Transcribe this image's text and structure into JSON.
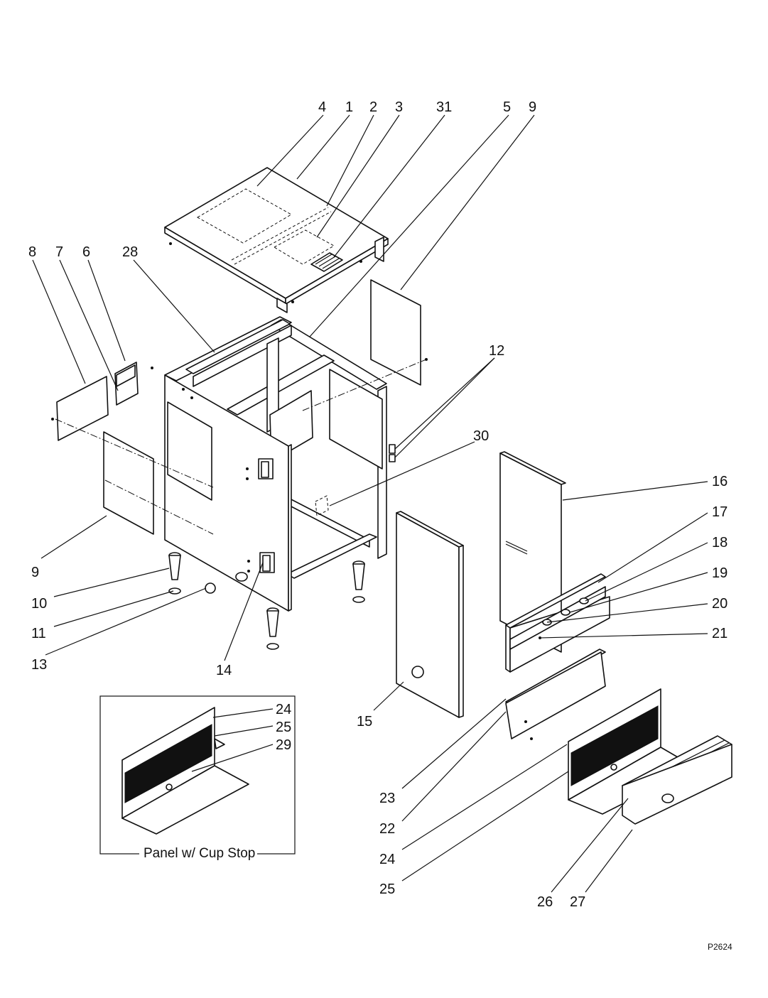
{
  "callouts": {
    "c4": "4",
    "c1": "1",
    "c2": "2",
    "c3": "3",
    "c31": "31",
    "c5": "5",
    "c9top": "9",
    "c8": "8",
    "c7": "7",
    "c6": "6",
    "c28": "28",
    "c12": "12",
    "c30": "30",
    "c16": "16",
    "c17": "17",
    "c18": "18",
    "c19": "19",
    "c20": "20",
    "c21": "21",
    "c9left": "9",
    "c10": "10",
    "c11": "11",
    "c13": "13",
    "c14": "14",
    "c15": "15",
    "c24inset": "24",
    "c25inset": "25",
    "c29": "29",
    "c23": "23",
    "c22": "22",
    "c24": "24",
    "c25": "25",
    "c26": "26",
    "c27": "27"
  },
  "inset": {
    "caption": "Panel w/ Cup Stop"
  },
  "figure_number": "P2624"
}
